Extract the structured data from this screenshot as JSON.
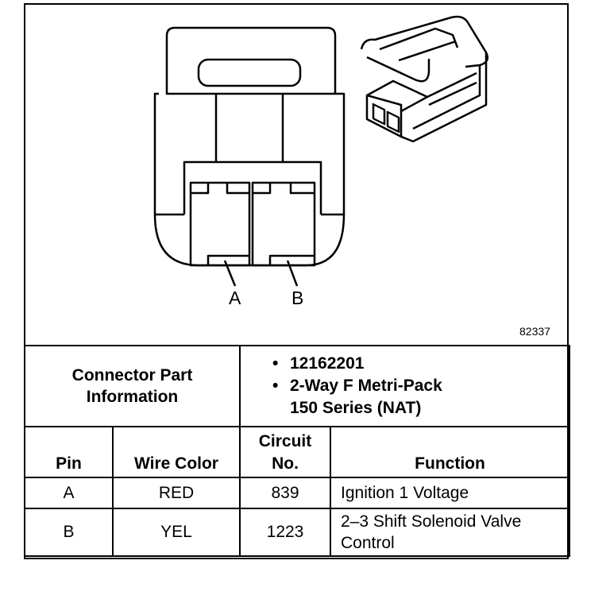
{
  "figure_id": "82337",
  "pins_diagram": {
    "pin_a_label": "A",
    "pin_b_label": "B"
  },
  "connector_info": {
    "heading": "Connector Part Information",
    "part_number": "12162201",
    "description_line1": "2-Way F Metri-Pack",
    "description_line2": "150 Series (NAT)"
  },
  "table": {
    "headers": {
      "pin": "Pin",
      "wire_color": "Wire Color",
      "circuit_line1": "Circuit",
      "circuit_line2": "No.",
      "function": "Function"
    },
    "rows": [
      {
        "pin": "A",
        "wire_color": "RED",
        "circuit": "839",
        "function_line1": "Ignition 1 Voltage",
        "function_line2": ""
      },
      {
        "pin": "B",
        "wire_color": "YEL",
        "circuit": "1223",
        "function_line1": "2–3 Shift Solenoid Valve",
        "function_line2": "Control"
      }
    ]
  }
}
